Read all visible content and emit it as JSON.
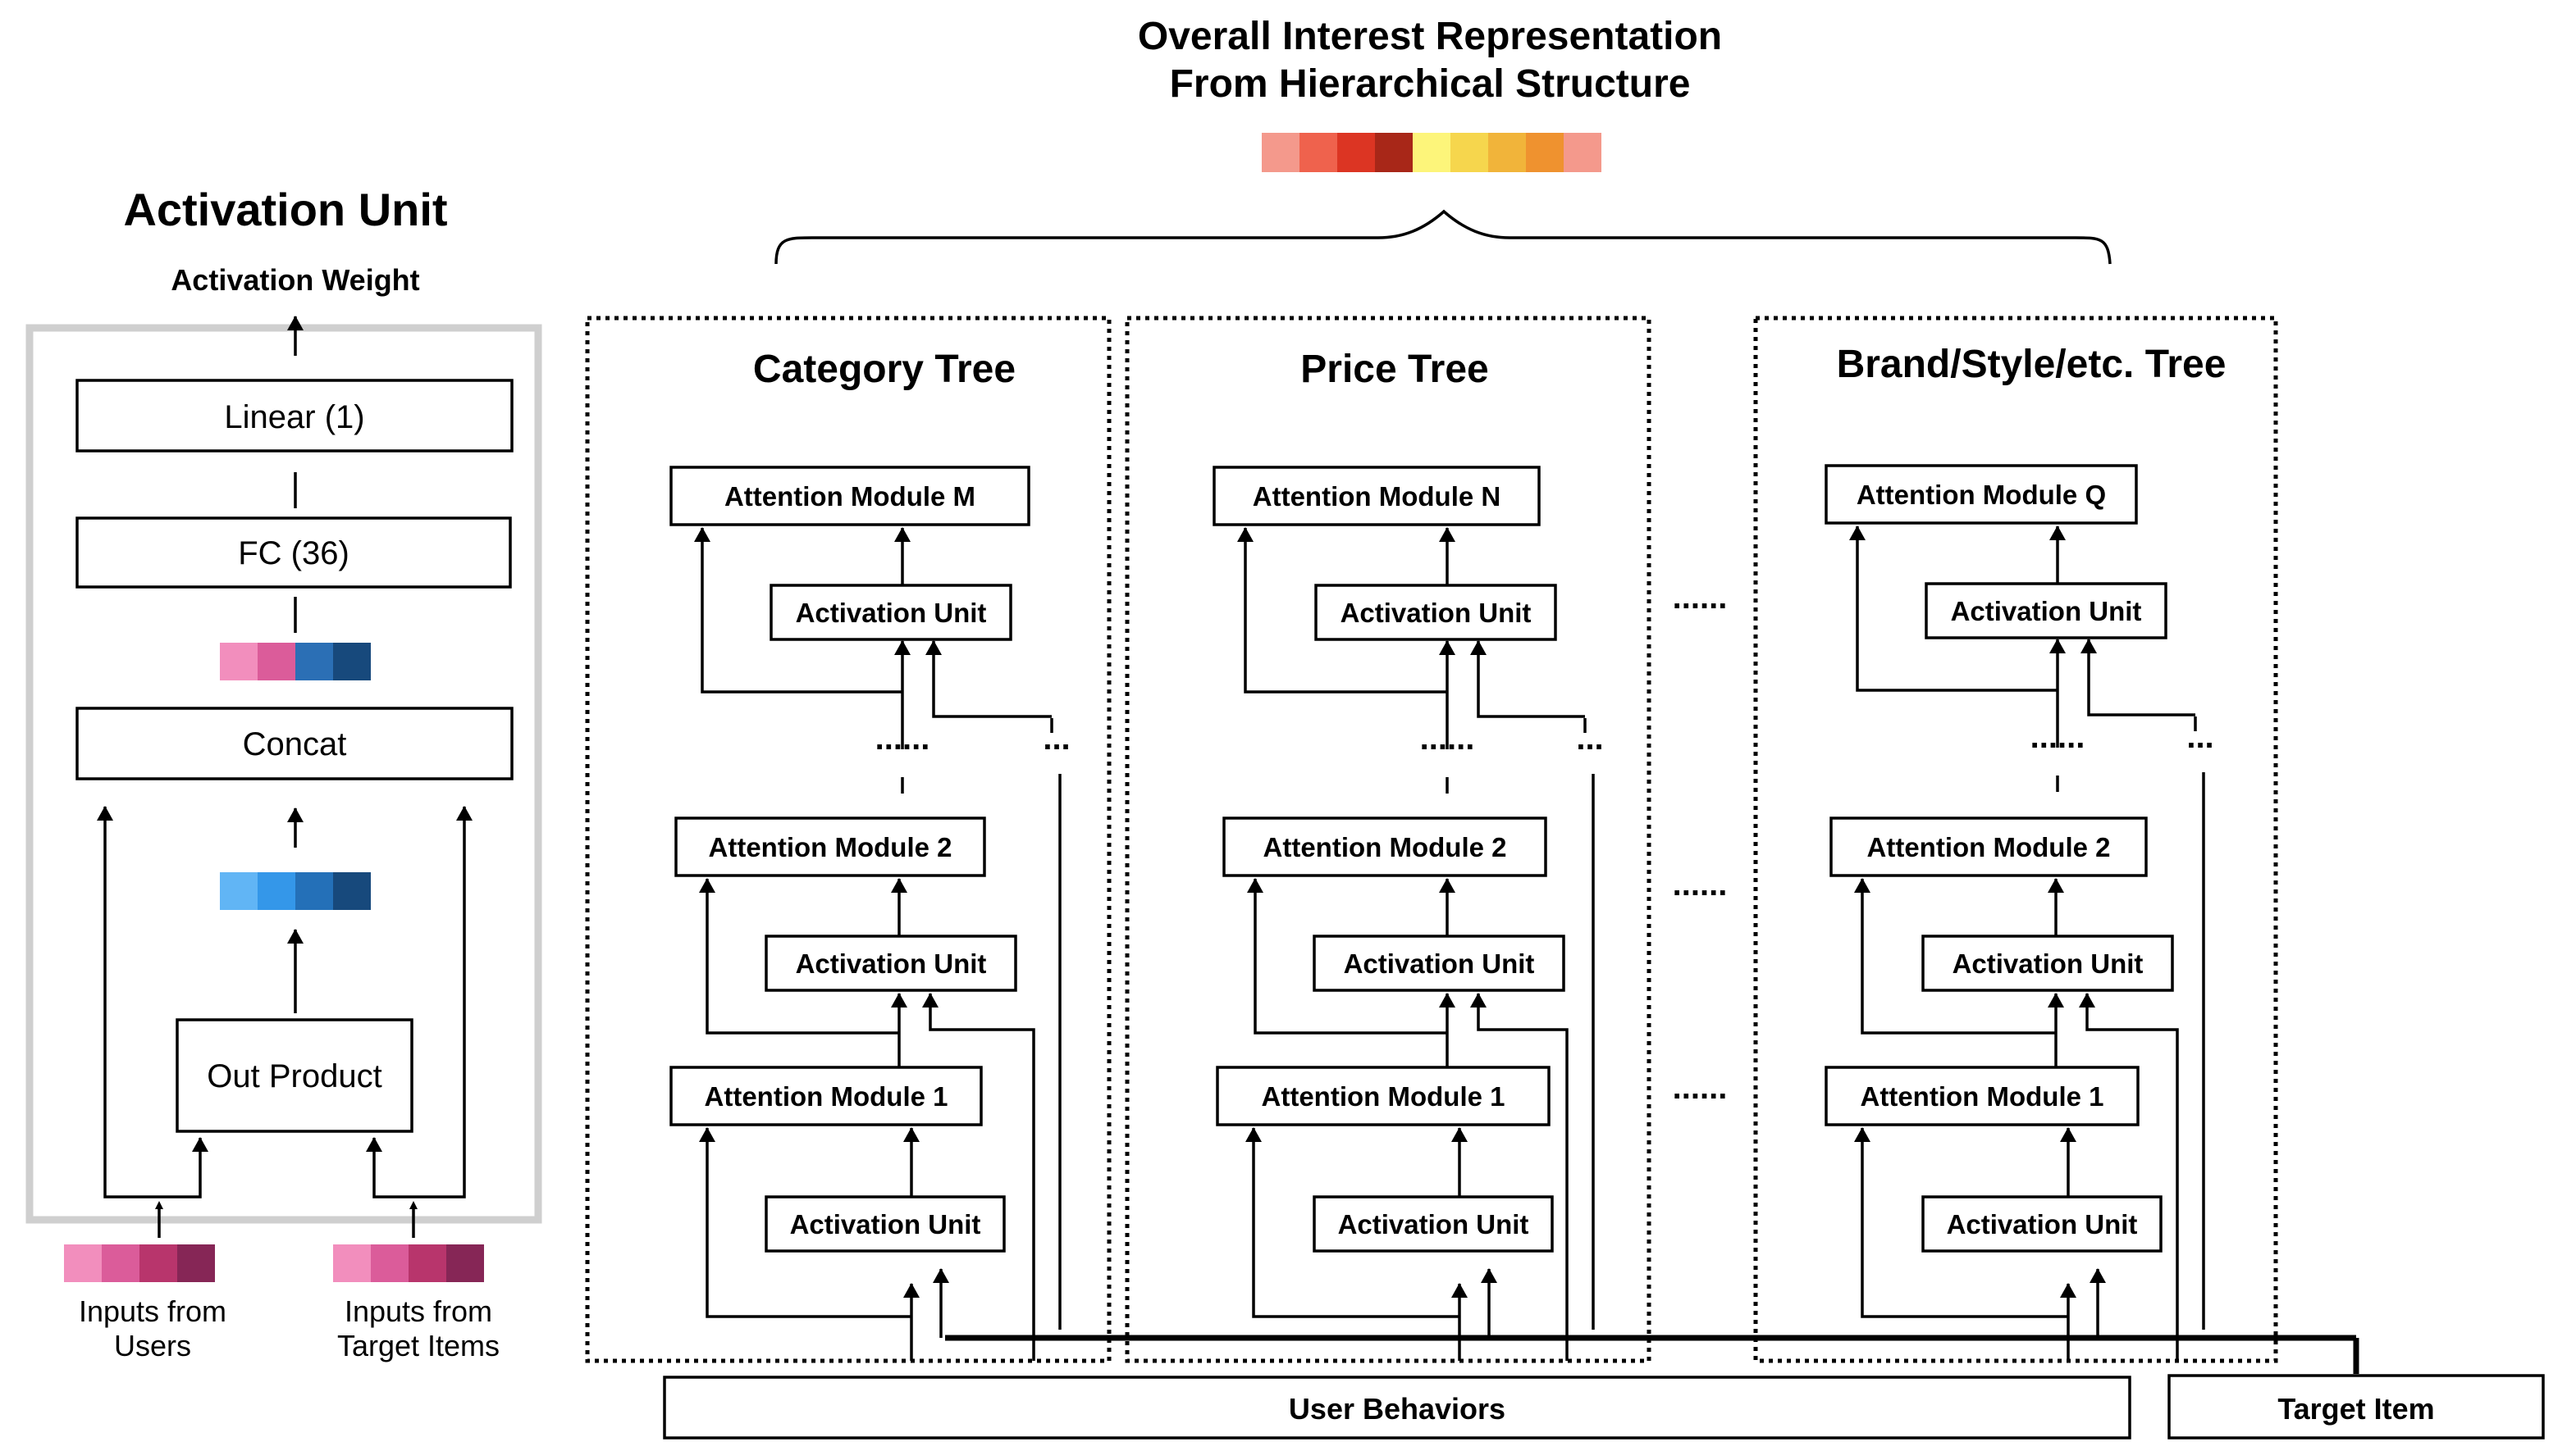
{
  "title": {
    "line1": "Overall Interest Representation",
    "line2": "From Hierarchical Structure"
  },
  "overall_colors": [
    "#f4998c",
    "#ef624d",
    "#dc3523",
    "#a82718",
    "#fdf57a",
    "#f6d64d",
    "#f1b43a",
    "#ef922f",
    "#f4998c"
  ],
  "activation_unit": {
    "title": "Activation Unit",
    "output_label": "Activation Weight",
    "linear_label": "Linear (1)",
    "fc_label": "FC (36)",
    "concat_label": "Concat",
    "out_product_label": "Out Product",
    "fc_colors": [
      "#f28ebd",
      "#db5c9a",
      "#2b6fb5",
      "#17497c"
    ],
    "product_colors": [
      "#61b5f5",
      "#3497e9",
      "#2470b8",
      "#17497c"
    ],
    "users_colors": [
      "#f28ebd",
      "#db5c9a",
      "#b8356c",
      "#862656"
    ],
    "items_colors": [
      "#f28ebd",
      "#db5c9a",
      "#b8356c",
      "#862656"
    ],
    "inputs_users": [
      "Inputs from",
      "Users"
    ],
    "inputs_items": [
      "Inputs from",
      "Target Items"
    ]
  },
  "trees": [
    {
      "title": "Category Tree",
      "modules": [
        "Attention Module M",
        "Attention Module 2",
        "Attention Module 1"
      ],
      "activation_label": "Activation Unit"
    },
    {
      "title": "Price Tree",
      "modules": [
        "Attention Module N",
        "Attention Module 2",
        "Attention Module 1"
      ],
      "activation_label": "Activation Unit"
    },
    {
      "title": "Brand/Style/etc. Tree",
      "modules": [
        "Attention Module Q",
        "Attention Module 2",
        "Attention Module 1"
      ],
      "activation_label": "Activation Unit"
    }
  ],
  "gap_dots": "......",
  "mini_dots": "...",
  "bottom": {
    "user_behaviors": "User Behaviors",
    "target_item": "Target Item"
  }
}
